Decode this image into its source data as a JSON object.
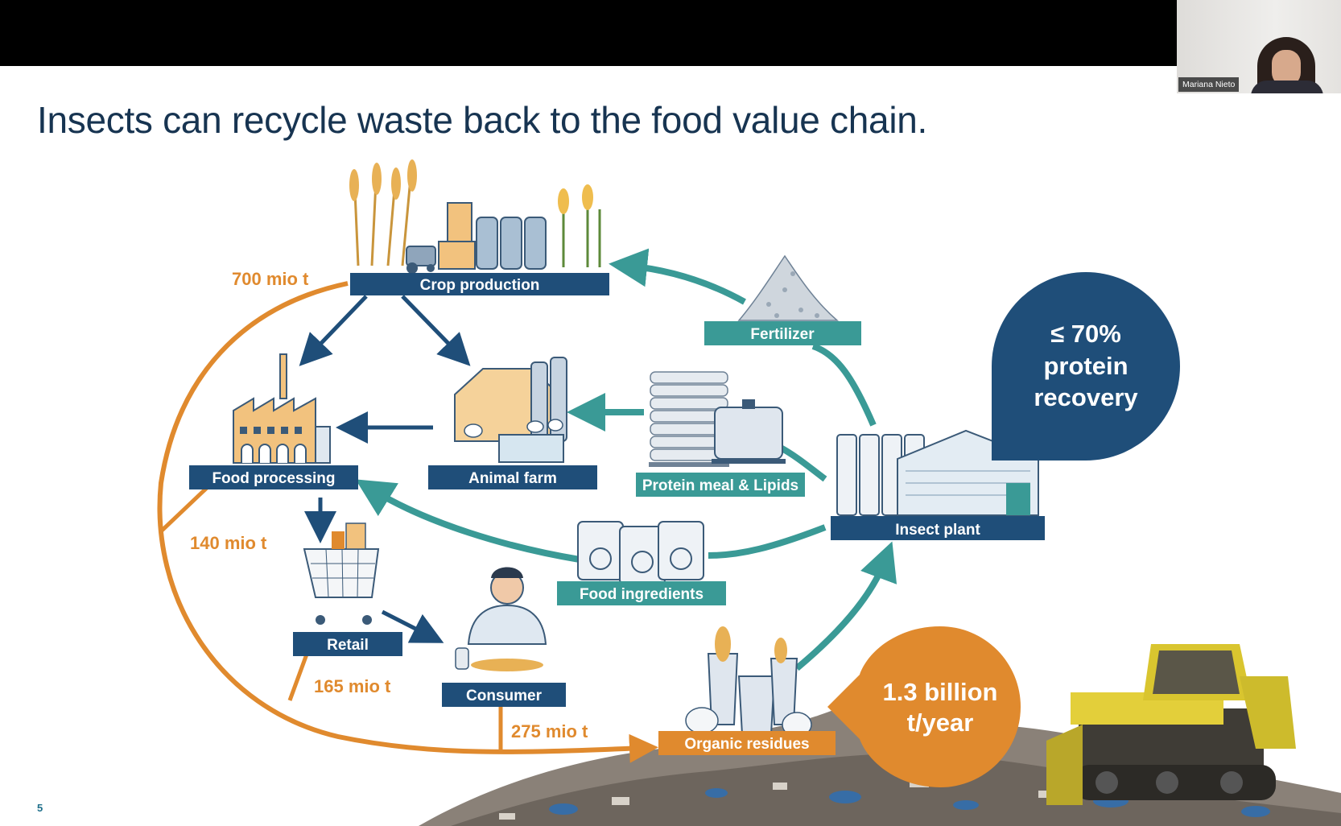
{
  "slide": {
    "title": "Insects can recycle waste back to the food value chain.",
    "page_number": "5"
  },
  "webcam": {
    "participant_name": "Mariana Nieto"
  },
  "nodes": {
    "crop_production": "Crop production",
    "food_processing": "Food processing",
    "animal_farm": "Animal farm",
    "protein_meal_lipids": "Protein meal & Lipids",
    "fertilizer": "Fertilizer",
    "insect_plant": "Insect plant",
    "food_ingredients": "Food ingredients",
    "retail": "Retail",
    "consumer": "Consumer",
    "organic_residues": "Organic residues"
  },
  "waste_flows": {
    "crop": "700 mio t",
    "processing": "140 mio t",
    "retail": "165 mio t",
    "consumer": "275 mio t"
  },
  "callouts": {
    "protein_line1": "≤ 70%",
    "protein_line2": "protein",
    "protein_line3": "recovery",
    "waste_line1": "1.3 billion",
    "waste_line2": "t/year"
  },
  "colors": {
    "navy": "#1f4e79",
    "teal": "#3a9a96",
    "orange": "#e08a2e",
    "title": "#173451"
  },
  "icons": [
    "farm-crops-icon",
    "factory-icon",
    "barn-icon",
    "feed-sacks-icon",
    "tank-icon",
    "pellet-pile-icon",
    "insect-plant-building-icon",
    "ingredient-bags-icon",
    "shopping-cart-icon",
    "consumer-icon",
    "garbage-bins-icon",
    "bulldozer-icon",
    "landfill-icon"
  ]
}
